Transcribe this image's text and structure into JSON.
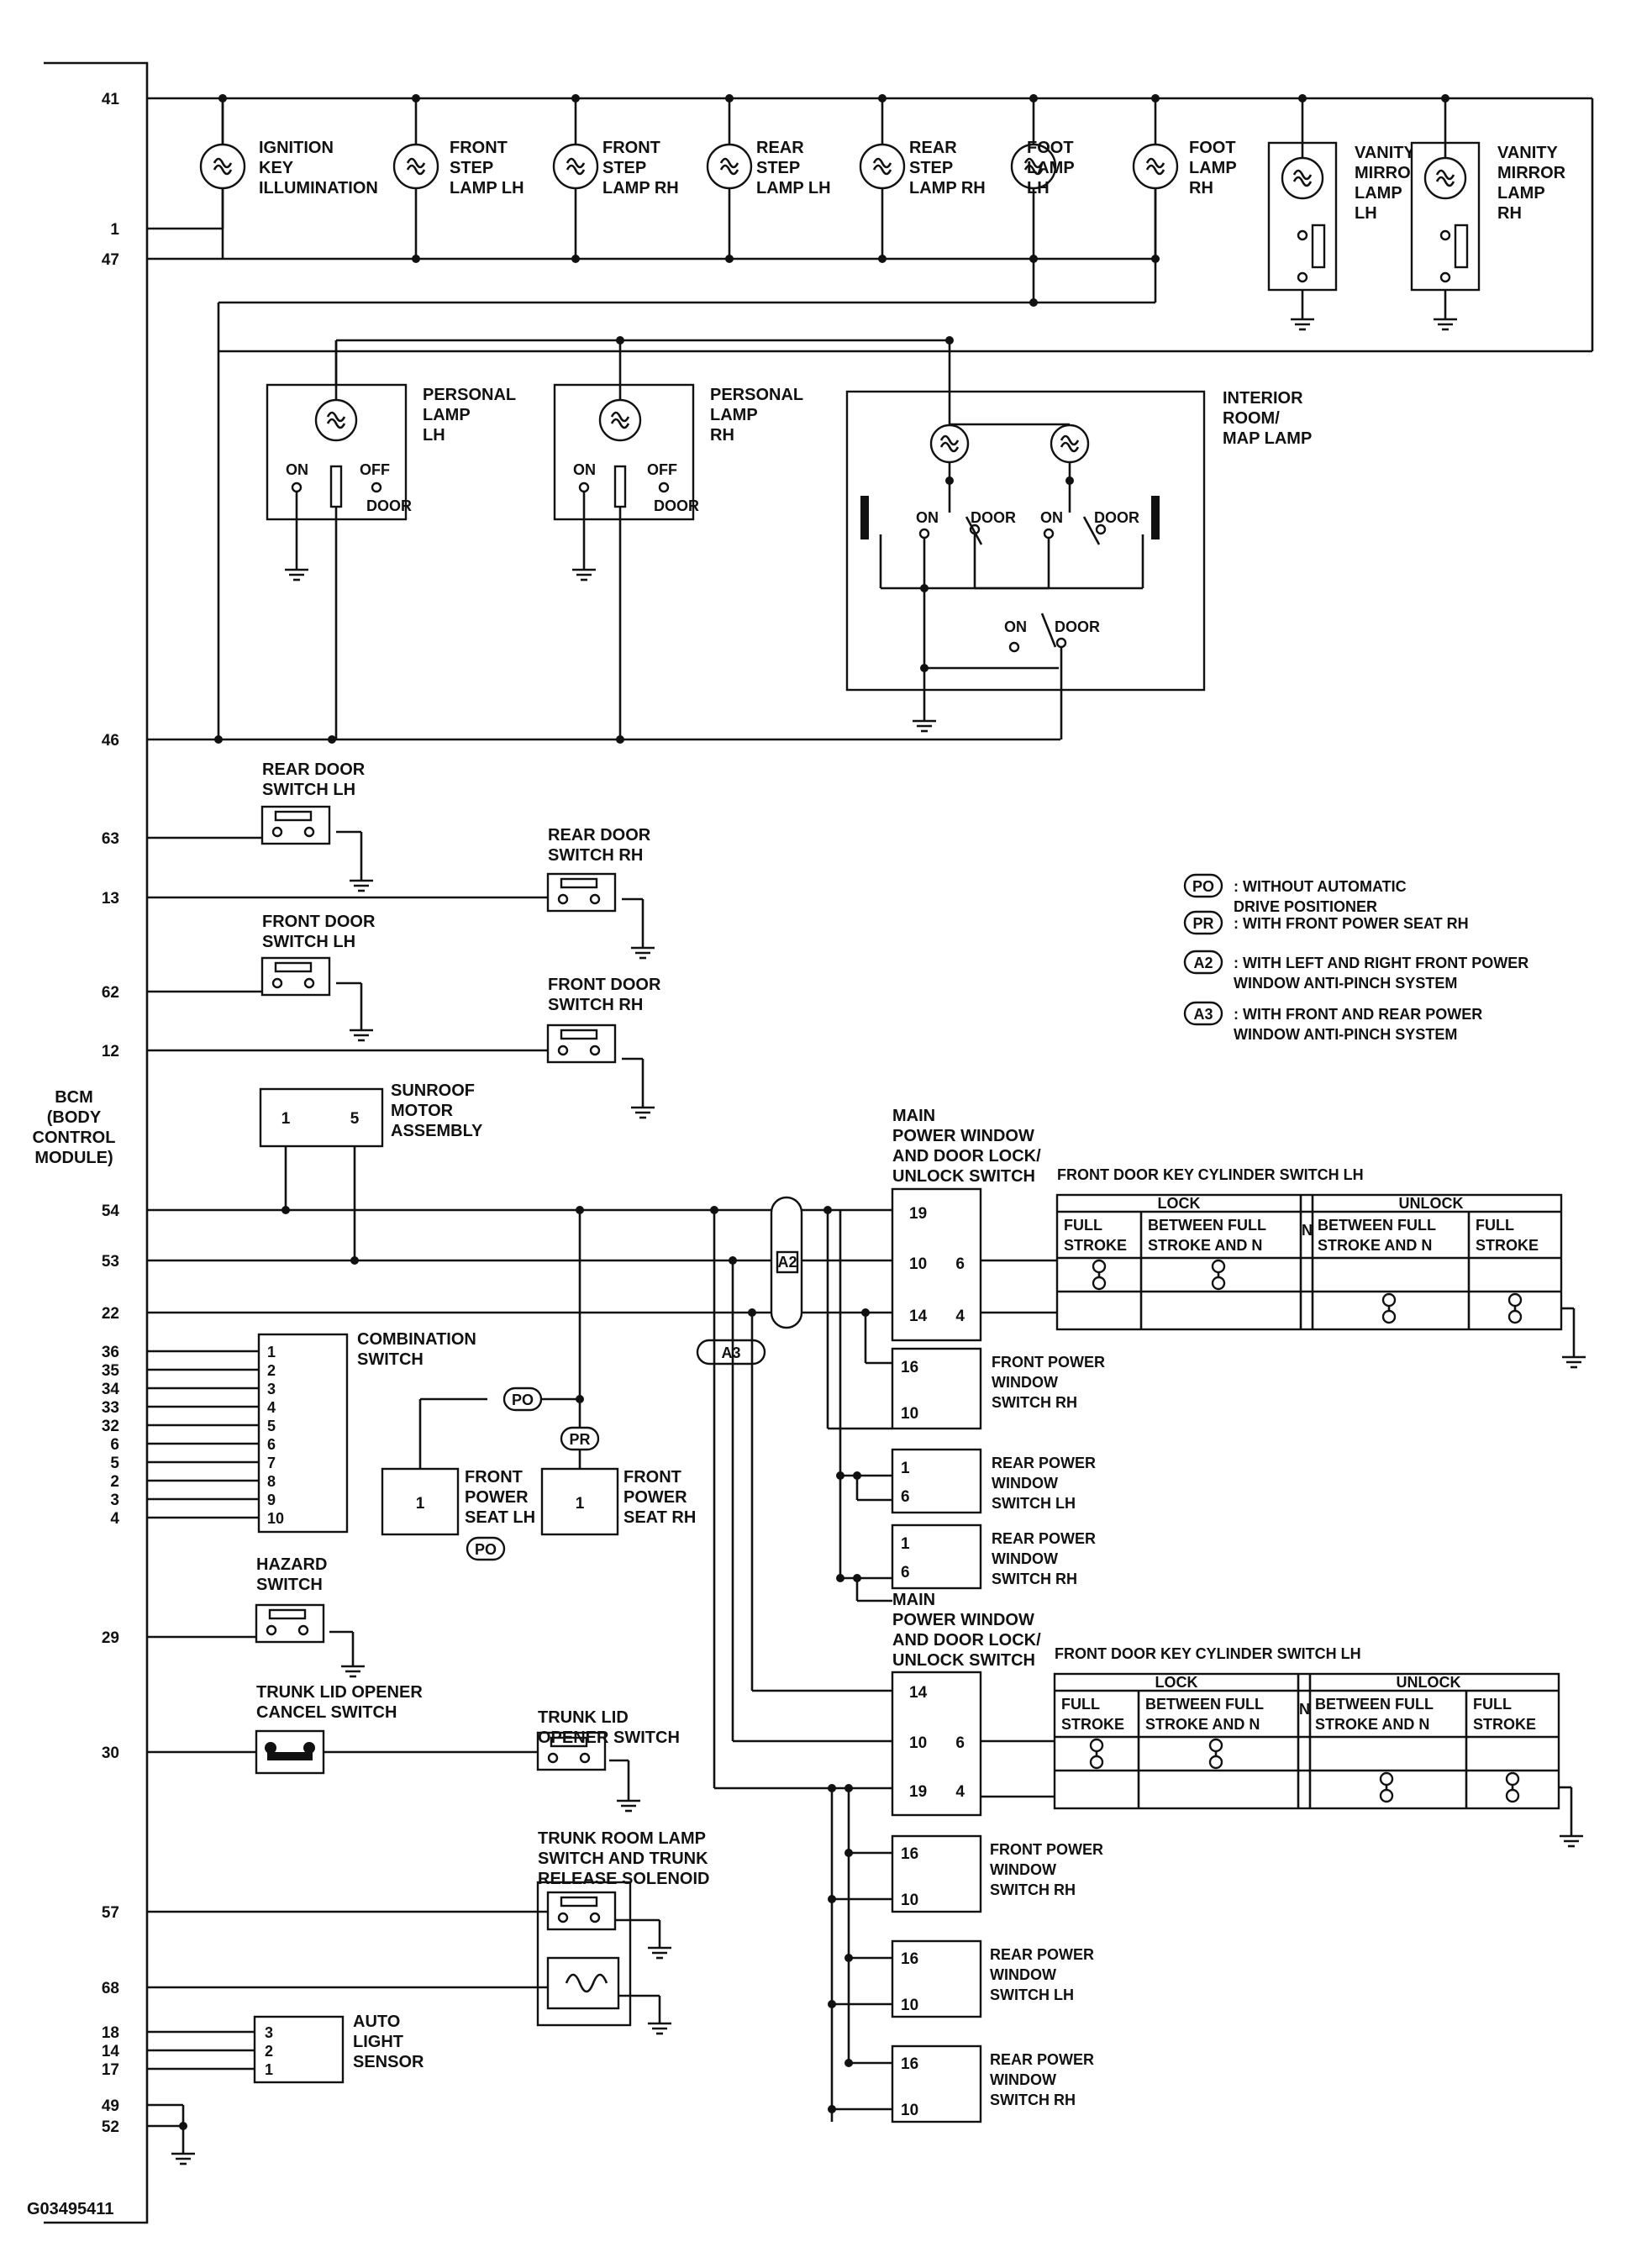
{
  "figure_id": "G03495411",
  "bcm": {
    "label": [
      "BCM",
      "(BODY",
      "CONTROL",
      "MODULE)"
    ]
  },
  "pins": [
    "41",
    "1",
    "47",
    "46",
    "63",
    "13",
    "62",
    "12",
    "54",
    "53",
    "22",
    "36",
    "35",
    "34",
    "33",
    "32",
    "6",
    "5",
    "2",
    "3",
    "4",
    "29",
    "30",
    "57",
    "68",
    "18",
    "14",
    "17",
    "49",
    "52"
  ],
  "lamps": [
    {
      "lines": [
        "IGNITION",
        "KEY",
        "ILLUMINATION"
      ]
    },
    {
      "lines": [
        "FRONT",
        "STEP",
        "LAMP LH"
      ]
    },
    {
      "lines": [
        "FRONT",
        "STEP",
        "LAMP RH"
      ]
    },
    {
      "lines": [
        "REAR",
        "STEP",
        "LAMP LH"
      ]
    },
    {
      "lines": [
        "REAR",
        "STEP",
        "LAMP RH"
      ]
    },
    {
      "lines": [
        "FOOT",
        "LAMP",
        "LH"
      ]
    },
    {
      "lines": [
        "FOOT",
        "LAMP",
        "RH"
      ]
    },
    {
      "lines": [
        "VANITY",
        "MIRROR",
        "LAMP",
        "LH"
      ]
    },
    {
      "lines": [
        "VANITY",
        "MIRROR",
        "LAMP",
        "RH"
      ]
    }
  ],
  "personal_lamps": [
    {
      "lines": [
        "PERSONAL",
        "LAMP",
        "LH"
      ],
      "on": "ON",
      "off": "OFF",
      "door": "DOOR"
    },
    {
      "lines": [
        "PERSONAL",
        "LAMP",
        "RH"
      ],
      "on": "ON",
      "off": "OFF",
      "door": "DOOR"
    }
  ],
  "interior_lamp": {
    "lines": [
      "INTERIOR",
      "ROOM/",
      "MAP LAMP"
    ],
    "on": "ON",
    "door": "DOOR"
  },
  "door_switches": [
    {
      "lines": [
        "REAR DOOR",
        "SWITCH LH"
      ]
    },
    {
      "lines": [
        "REAR DOOR",
        "SWITCH RH"
      ]
    },
    {
      "lines": [
        "FRONT DOOR",
        "SWITCH LH"
      ]
    },
    {
      "lines": [
        "FRONT DOOR",
        "SWITCH RH"
      ]
    }
  ],
  "legend": [
    {
      "code": "PO",
      "text": [
        ": WITHOUT AUTOMATIC",
        "DRIVE POSITIONER"
      ]
    },
    {
      "code": "PR",
      "text": [
        ": WITH FRONT POWER SEAT RH"
      ]
    },
    {
      "code": "A2",
      "text": [
        ": WITH LEFT AND RIGHT FRONT POWER",
        "WINDOW ANTI-PINCH SYSTEM"
      ]
    },
    {
      "code": "A3",
      "text": [
        ": WITH FRONT AND REAR POWER",
        "WINDOW ANTI-PINCH SYSTEM"
      ]
    }
  ],
  "sunroof": {
    "lines": [
      "SUNROOF",
      "MOTOR",
      "ASSEMBLY"
    ],
    "pins": [
      "1",
      "5"
    ]
  },
  "main_switch": {
    "lines": [
      "MAIN",
      "POWER WINDOW",
      "AND DOOR LOCK/",
      "UNLOCK SWITCH"
    ]
  },
  "main_switch_a2_pins": [
    "19",
    "10",
    "6",
    "14",
    "4"
  ],
  "main_switch_a3_pins": [
    "14",
    "10",
    "6",
    "19",
    "4"
  ],
  "key_switch": {
    "title": "FRONT DOOR KEY CYLINDER SWITCH LH",
    "lock": "LOCK",
    "unlock": "UNLOCK",
    "n": "N",
    "cols": [
      [
        "FULL",
        "STROKE"
      ],
      [
        "BETWEEN FULL",
        "STROKE AND N"
      ],
      [
        "BETWEEN FULL",
        "STROKE AND N"
      ],
      [
        "FULL",
        "STROKE"
      ]
    ]
  },
  "a2_window_switches": [
    {
      "lines": [
        "FRONT POWER",
        "WINDOW",
        "SWITCH RH"
      ],
      "pins": [
        "16",
        "10"
      ]
    },
    {
      "lines": [
        "REAR POWER",
        "WINDOW",
        "SWITCH LH"
      ],
      "pins": [
        "1",
        "6"
      ]
    },
    {
      "lines": [
        "REAR POWER",
        "WINDOW",
        "SWITCH RH"
      ],
      "pins": [
        "1",
        "6"
      ]
    }
  ],
  "a3_window_switches": [
    {
      "lines": [
        "FRONT POWER",
        "WINDOW",
        "SWITCH RH"
      ],
      "pins": [
        "16",
        "10"
      ]
    },
    {
      "lines": [
        "REAR POWER",
        "WINDOW",
        "SWITCH LH"
      ],
      "pins": [
        "16",
        "10"
      ]
    },
    {
      "lines": [
        "REAR POWER",
        "WINDOW",
        "SWITCH RH"
      ],
      "pins": [
        "16",
        "10"
      ]
    }
  ],
  "combination_switch": {
    "lines": [
      "COMBINATION",
      "SWITCH"
    ],
    "pins": [
      "1",
      "2",
      "3",
      "4",
      "5",
      "6",
      "7",
      "8",
      "9",
      "10"
    ]
  },
  "seats": [
    {
      "lines": [
        "FRONT",
        "POWER",
        "SEAT LH"
      ],
      "pin": "1"
    },
    {
      "lines": [
        "FRONT",
        "POWER",
        "SEAT RH"
      ],
      "pin": "1"
    }
  ],
  "hazard": {
    "lines": [
      "HAZARD",
      "SWITCH"
    ]
  },
  "trunk_cancel": {
    "lines": [
      "TRUNK LID OPENER",
      "CANCEL SWITCH"
    ]
  },
  "trunk_opener": {
    "lines": [
      "TRUNK LID",
      "OPENER SWITCH"
    ]
  },
  "trunk_room": {
    "lines": [
      "TRUNK ROOM LAMP",
      "SWITCH AND TRUNK",
      "RELEASE SOLENOID"
    ]
  },
  "auto_light": {
    "lines": [
      "AUTO",
      "LIGHT",
      "SENSOR"
    ],
    "pins": [
      "3",
      "2",
      "1"
    ]
  }
}
